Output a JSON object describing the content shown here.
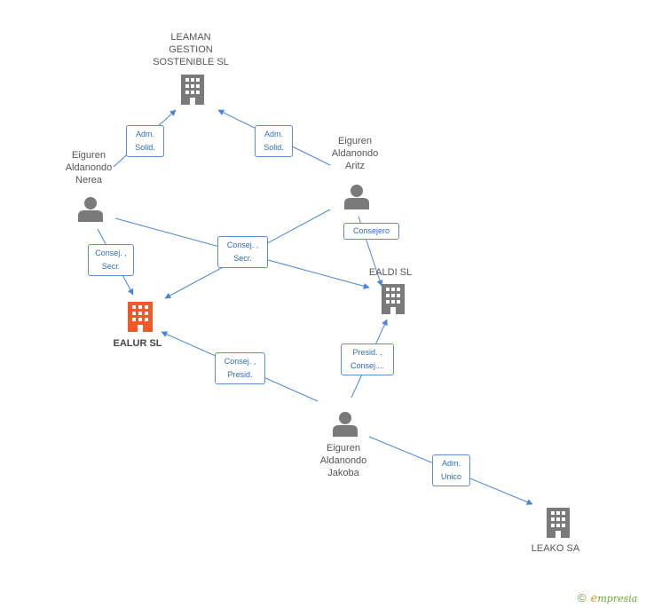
{
  "nodes": {
    "leaman": {
      "label": "LEAMAN\nGESTION\nSOSTENIBLE  SL",
      "kind": "company"
    },
    "ealur": {
      "label": "EALUR SL",
      "kind": "company-main"
    },
    "ealdi": {
      "label": "EALDI SL",
      "kind": "company"
    },
    "leako": {
      "label": "LEAKO SA",
      "kind": "company"
    },
    "nerea": {
      "label": "Eiguren\nAldanondo\nNerea",
      "kind": "person"
    },
    "aritz": {
      "label": "Eiguren\nAldanondo\nAritz",
      "kind": "person"
    },
    "jakoba": {
      "label": "Eiguren\nAldanondo\nJakoba",
      "kind": "person"
    }
  },
  "edges": {
    "nerea_leaman": {
      "label": "Adm.\nSolid."
    },
    "aritz_leaman": {
      "label": "Adm.\nSolid."
    },
    "nerea_ealur": {
      "label": "Consej. ,\nSecr."
    },
    "shared_consej": {
      "label": "Consej. ,\nSecr."
    },
    "aritz_ealdi": {
      "label": "Consejero"
    },
    "jakoba_ealur": {
      "label": "Consej. ,\nPresid."
    },
    "jakoba_ealdi": {
      "label": "Presid. ,\nConsej...."
    },
    "jakoba_leako": {
      "label": "Adm.\nUnico"
    }
  },
  "colors": {
    "edge": "#4a86d8",
    "company": "#7a7a7a",
    "company_main": "#f05a28",
    "person": "#7a7a7a"
  },
  "brand": {
    "copyright": "©",
    "e": "e",
    "rest": "mpresia"
  }
}
